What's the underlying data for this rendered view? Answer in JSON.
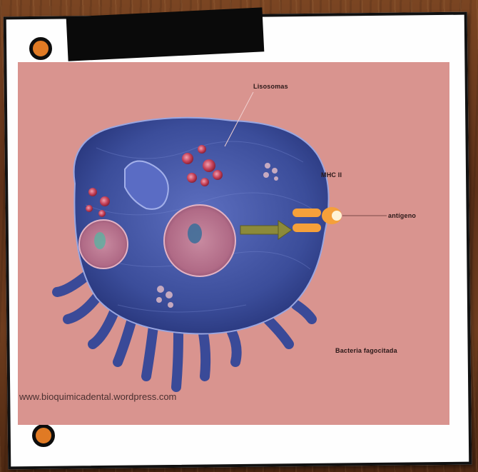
{
  "labels": {
    "lisosomas": "Lisosomas",
    "mhc": "MHC II",
    "antigeno": "antígeno",
    "bacteria": "Bacteria fagocitada"
  },
  "watermark": "www.bioquimicadental.wordpress.com",
  "colors": {
    "background_panel": "#d9948f",
    "cell_body": "#3d4f9c",
    "lysosome": "#c7435a",
    "arrow": "#8c8a3a",
    "mhc_receptor": "#f5a03a",
    "hole_ring": "#e07a24"
  }
}
